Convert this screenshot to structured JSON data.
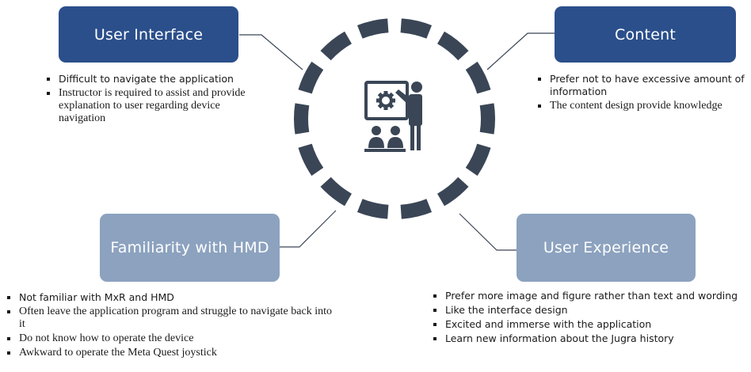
{
  "colors": {
    "primary_box": "#2b4f8b",
    "secondary_box": "#8ca2bf",
    "ring_segment": "#3a4656",
    "icon": "#3a4656"
  },
  "center": {
    "icon": "presentation-teacher-icon"
  },
  "quadrants": {
    "user_interface": {
      "title": "User Interface",
      "bullets": [
        "Difficult to navigate the application",
        "Instructor is required to assist and provide explanation to user regarding device navigation"
      ]
    },
    "content": {
      "title": "Content",
      "bullets": [
        "Prefer not to have excessive amount of information",
        "The content design provide knowledge"
      ]
    },
    "familiarity": {
      "title": "Familiarity with HMD",
      "bullets": [
        "Not familiar with MxR and HMD",
        "Often leave the application program and struggle to navigate back into it",
        "Do not know how to operate the device",
        "Awkward to operate the Meta Quest joystick"
      ]
    },
    "user_experience": {
      "title": "User Experience",
      "bullets": [
        "Prefer more image and figure rather than text and wording",
        "Like the interface design",
        "Excited and immerse with the application",
        "Learn new information about the Jugra history"
      ]
    }
  }
}
